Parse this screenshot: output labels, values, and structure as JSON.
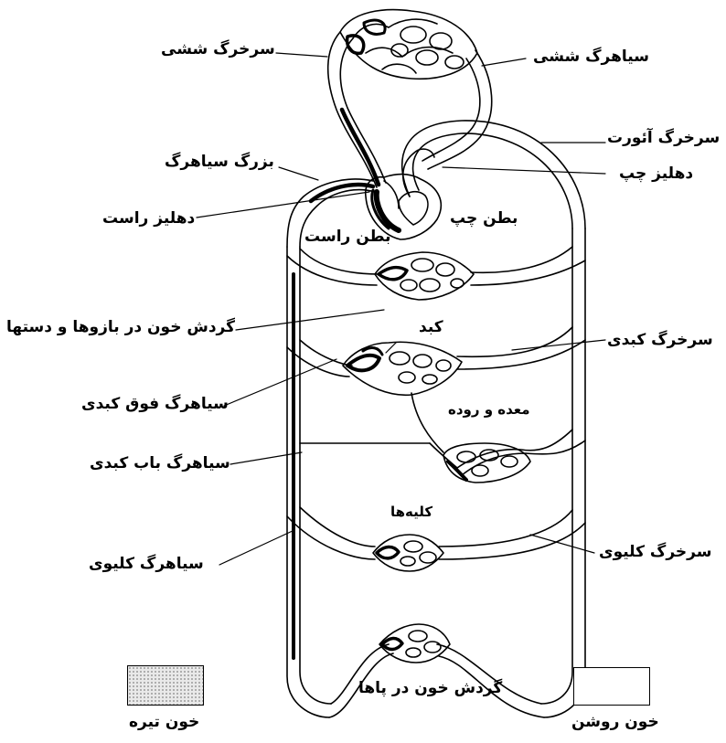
{
  "labels": {
    "pulmonary_artery": "سرخرگ ششی",
    "pulmonary_vein": "سیاهرگ ششی",
    "aorta": "سرخرگ آئورت",
    "left_atrium": "دهلیز چپ",
    "vena_cava": "بزرگ سیاهرگ",
    "right_atrium": "دهلیز راست",
    "left_ventricle": "بطن چپ",
    "right_ventricle": "بطن راست",
    "arm_circulation": "گردش خون در بازوها و دستها",
    "liver": "کبد",
    "hepatic_artery": "سرخرگ کبدی",
    "hepatic_vein": "سیاهرگ فوق کبدی",
    "stomach_intestine": "معده و روده",
    "portal_vein": "سیاهرگ باب کبدی",
    "kidneys": "کلیه‌ها",
    "renal_artery": "سرخرگ کلیوی",
    "renal_vein": "سیاهرگ کلیوی",
    "leg_circulation": "گردش خون در پاها"
  },
  "legend": {
    "deoxygenated": "خون تیره",
    "oxygenated": "خون روشن"
  },
  "colors": {
    "ink": "#000000",
    "paper": "#ffffff",
    "dark_blood": "#9a9a9a"
  }
}
